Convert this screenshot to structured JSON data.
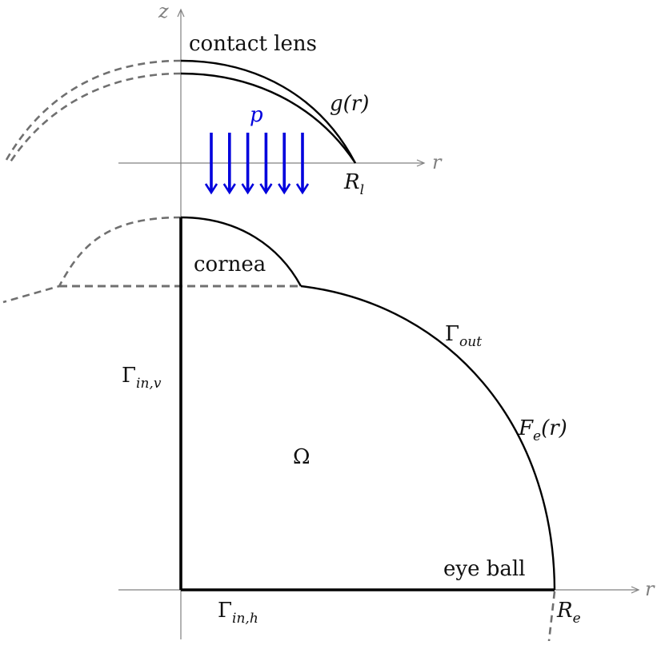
{
  "colors": {
    "axis": "#808080",
    "outline": "#000000",
    "dashed": "#707070",
    "pressure": "#0000dd",
    "text": "#111111"
  },
  "labels": {
    "z_axis": "z",
    "r_axis_top": "r",
    "r_axis_bottom": "r",
    "contact_lens": "contact lens",
    "g_of_r": "g(r)",
    "pressure": "p",
    "r_lens": {
      "main": "R",
      "sub": "l"
    },
    "cornea": "cornea",
    "gamma_out": {
      "main": "Γ",
      "sub": "out"
    },
    "gamma_in_v": {
      "main": "Γ",
      "sub": "in,v"
    },
    "f_e": {
      "main": "F",
      "sub": "e",
      "suffix": "(r)"
    },
    "omega": "Ω",
    "eye_ball": "eye ball",
    "gamma_in_h": {
      "main": "Γ",
      "sub": "in,h"
    },
    "r_eye": {
      "main": "R",
      "sub": "e"
    }
  },
  "icons": {
    "pressure_arrows": "down-arrow-icon",
    "arrow_count": 6
  }
}
